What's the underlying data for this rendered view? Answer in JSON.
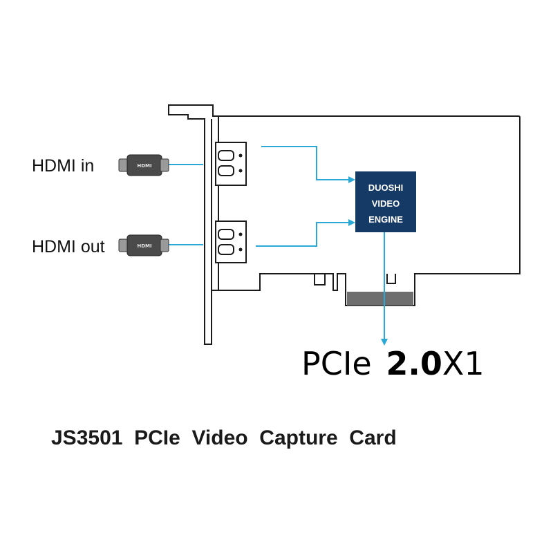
{
  "labels": {
    "hdmi_in": "HDMI in",
    "hdmi_out": "HDMI out"
  },
  "plug_text": "HDMI",
  "chip": {
    "line1": "DUOSHI",
    "line2": "VIDEO",
    "line3": "ENGINE"
  },
  "interface": {
    "prefix": "PCIe",
    "version": "2.0",
    "lanes": "X1"
  },
  "title": "JS3501  PCIe  Video  Capture  Card",
  "colors": {
    "connector_line": "#29a9d6",
    "chip_fill": "#163a66",
    "outline": "#1a1a1a",
    "gold_finger": "#6e6e6e",
    "plug_body": "#4a4a4a"
  }
}
